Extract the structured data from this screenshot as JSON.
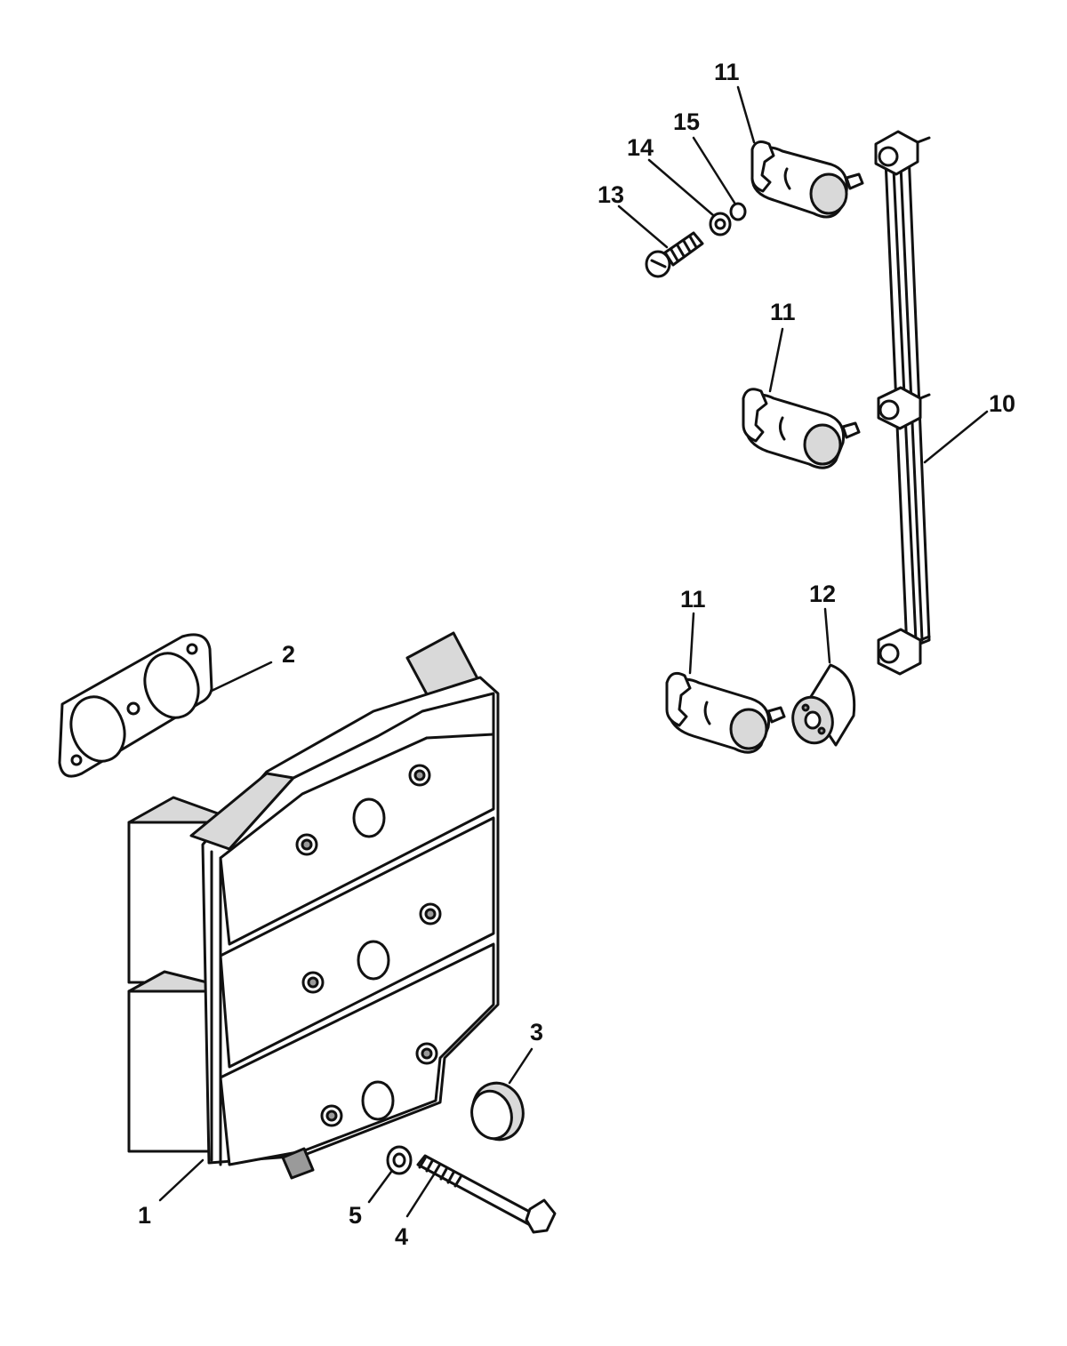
{
  "diagram": {
    "callouts": [
      {
        "id": "c11a",
        "text": "11"
      },
      {
        "id": "c15",
        "text": "15"
      },
      {
        "id": "c14",
        "text": "14"
      },
      {
        "id": "c13",
        "text": "13"
      },
      {
        "id": "c11b",
        "text": "11"
      },
      {
        "id": "c10",
        "text": "10"
      },
      {
        "id": "c11c",
        "text": "11"
      },
      {
        "id": "c12",
        "text": "12"
      },
      {
        "id": "c2",
        "text": "2"
      },
      {
        "id": "c3",
        "text": "3"
      },
      {
        "id": "c1",
        "text": "1"
      },
      {
        "id": "c5",
        "text": "5"
      },
      {
        "id": "c4",
        "text": "4"
      }
    ]
  }
}
